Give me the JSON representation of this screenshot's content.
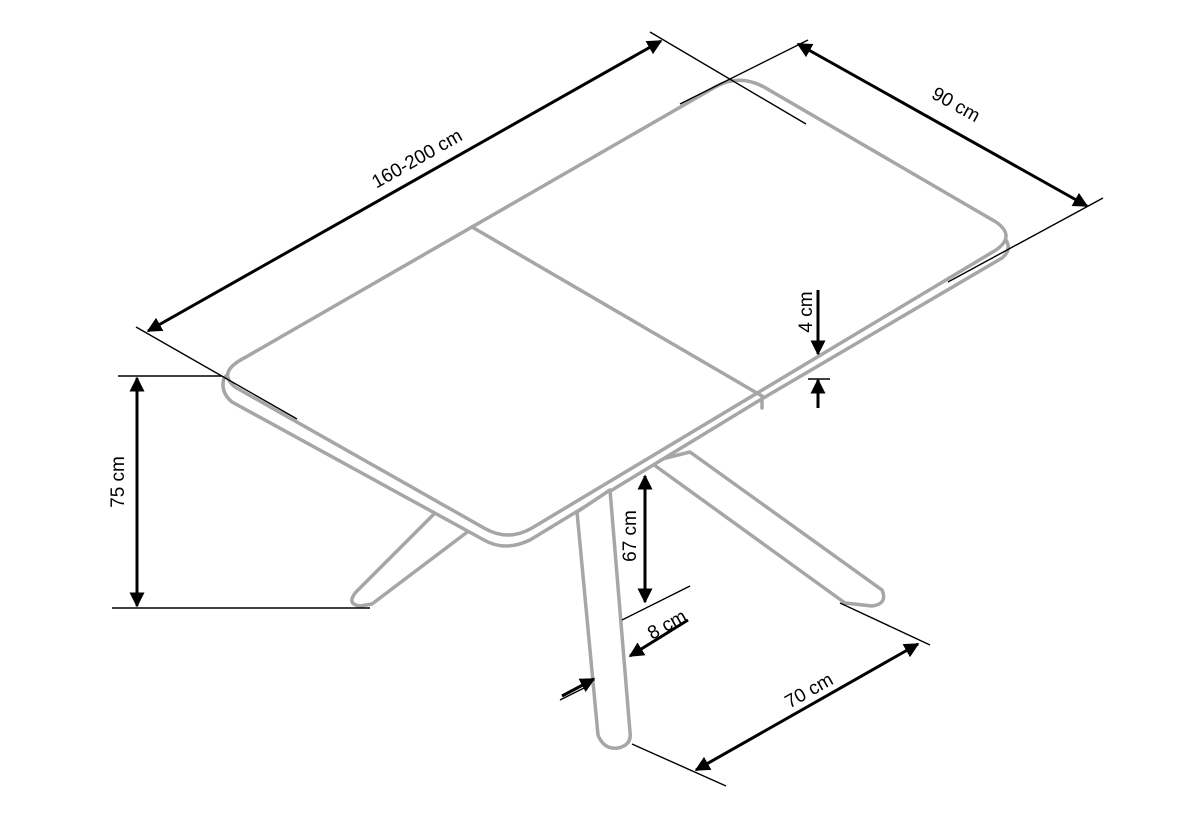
{
  "dimensions": {
    "length": "160-200 cm",
    "width": "90 cm",
    "top_thickness": "4 cm",
    "height": "75 cm",
    "under_clearance": "67 cm",
    "leg_width": "8 cm",
    "base_span": "70 cm"
  },
  "colors": {
    "outline": "#a6a6a6",
    "dimension_lines": "#000000",
    "background": "#ffffff"
  }
}
